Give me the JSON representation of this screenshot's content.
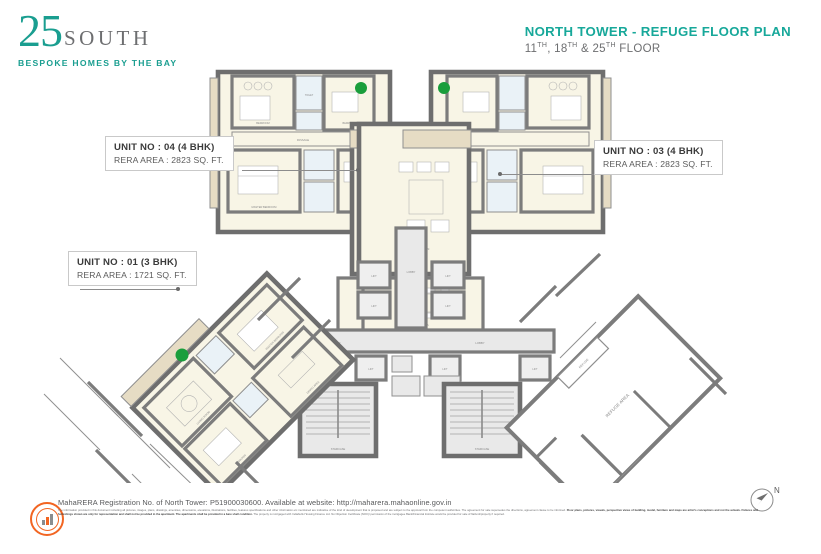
{
  "brand": {
    "number": "25",
    "word": "SOUTH",
    "tagline": "BESPOKE HOMES BY THE BAY",
    "accent_color": "#1a9e90"
  },
  "header": {
    "title": "NORTH TOWER - REFUGE FLOOR PLAN",
    "subtitle_prefix": "11",
    "subtitle_sup1": "TH",
    "subtitle_mid": ", 18",
    "subtitle_sup2": "TH",
    "subtitle_mid2": " & 25",
    "subtitle_sup3": "TH",
    "subtitle_suffix": " FLOOR",
    "subtitle_plain": "11TH, 18TH & 25TH FLOOR",
    "title_color": "#17a89a"
  },
  "callouts": [
    {
      "id": "unit-04",
      "unit_label": "UNIT NO  : 04 (4 BHK)",
      "area_label": "RERA AREA :  2823 SQ. FT."
    },
    {
      "id": "unit-03",
      "unit_label": "UNIT NO  : 03 (4 BHK)",
      "area_label": "RERA AREA :   2823 SQ. FT."
    },
    {
      "id": "unit-01",
      "unit_label": "UNIT NO  : 01 (3 BHK)",
      "area_label": "RERA AREA :  1721 SQ. FT."
    }
  ],
  "plan": {
    "refuge_area_label": "REFUGE AREA",
    "room_labels": [
      "LIVING ROOM",
      "DINING AREA",
      "MASTER BEDROOM",
      "BEDROOM",
      "KITCHEN",
      "TOILET",
      "DECK",
      "LOBBY",
      "LIFT",
      "STAIRCASE",
      "ENTRANCE LOBBY"
    ],
    "marker_color": "#1a9e3c",
    "wall_color": "#7c7c7c",
    "room_fill": "#f7f4e4",
    "core_fill": "#e8e8e8"
  },
  "compass": {
    "north_label": "N"
  },
  "footer": {
    "rera_line": "MahaRERA Registration No. of North Tower: P51900030600. Available at website: http://maharera.mahaonline.gov.in",
    "disclaimer_part1": "The information provided in this document including all pictures, images, plans, drawings, amenities, dimensions, elevations, illustrations, facilities, features specifications and other information etc mentioned are indicative of the kind of development that is proposed and are subject to the approval from the competent authorities. The agreement for sale supersedes the directions, agreement clause to be informed. ",
    "disclaimer_bold1": "Floor plans, pictures, visuals, perspective views of building, model, furniture and maps are artist's conceptions and not the actuals. Fixtures and furnishings shown are only for representation and shall not be provided in the apartment. The apartments shall be provided in a bare shell condition.",
    "disclaimer_part2": " The property is mortgaged with Indiabulls Housing Finance Ltd. No Objection Certificate (NOC)/ permission of the mortgagee Bank/Financial Institute would be provided for sale of flat/unit/property if required.",
    "logo_alt": "MahaRERA"
  }
}
